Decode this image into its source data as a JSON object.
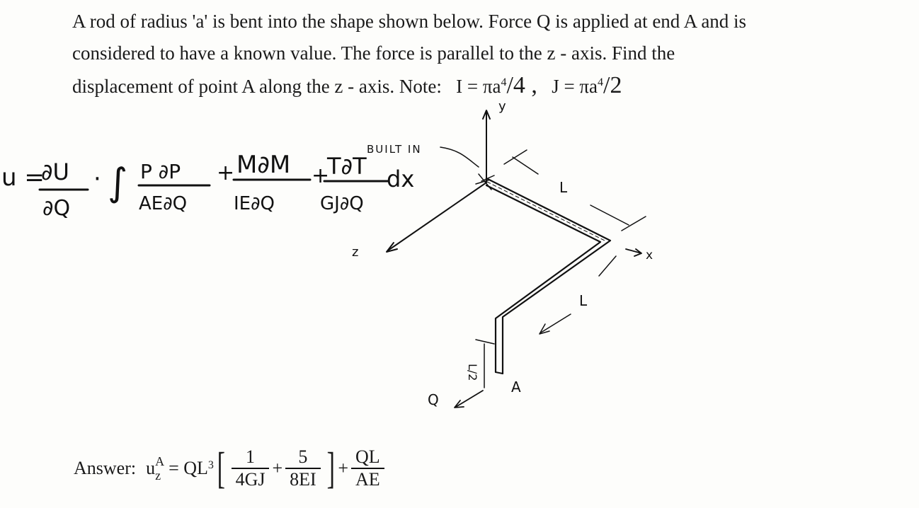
{
  "problem": {
    "line1": "A rod of radius 'a' is bent into the shape shown below. Force Q is applied at end A and is",
    "line2": "considered to have a known value. The force is parallel to the z - axis. Find the",
    "line3_text": "displacement of point A along the z - axis. Note:",
    "note_I": "I = πa",
    "note_I_exp": "4",
    "note_I_den": "/4 ,",
    "note_J": "J = πa",
    "note_J_exp": "4",
    "note_J_den": "/2"
  },
  "handwritten": {
    "u_lhs": "u =",
    "dU": "∂U",
    "dQ": "∂Q",
    "dot": "·",
    "integral": "∫",
    "P_dP": "P ∂P",
    "AE_dQ": "AE∂Q",
    "M_dM": "M∂M",
    "IE_dQ": "IE∂Q",
    "T_dT": "T∂T",
    "GJ_dQ": "GJ∂Q",
    "plus1": "+",
    "plus2": "+",
    "dx": "dx",
    "built_in": "BUILT IN"
  },
  "diagram": {
    "axis_y": "y",
    "axis_x": "x",
    "axis_z": "z",
    "dim_L_top": "L",
    "dim_L_mid": "L",
    "dim_L2": "L/2",
    "point_A": "A",
    "force_Q": "Q"
  },
  "answer": {
    "label": "Answer:",
    "u": "u",
    "u_sup": "A",
    "u_sub": "z",
    "eq": "= QL",
    "exp": "3",
    "f1_num": "1",
    "f1_den": "4GJ",
    "plus_a": "+",
    "f2_num": "5",
    "f2_den": "8EI",
    "plus_b": "+",
    "f3_num": "QL",
    "f3_den": "AE"
  }
}
